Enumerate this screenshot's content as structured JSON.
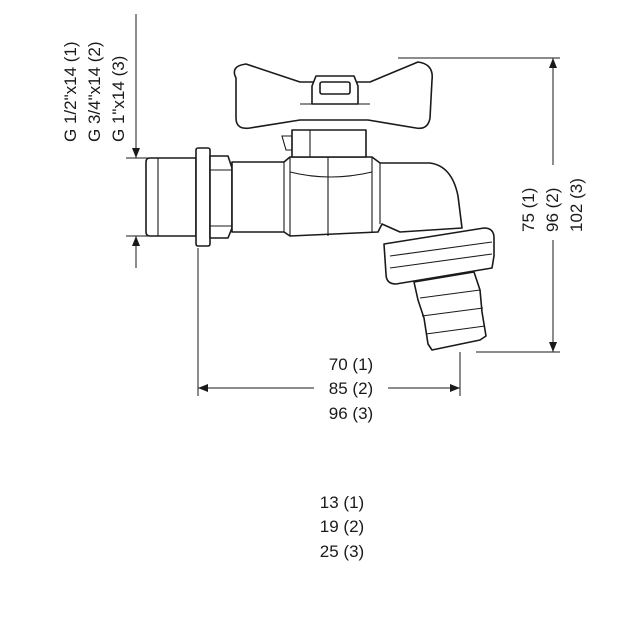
{
  "thread_labels": [
    "G 1/2\"x14 (1)",
    "G 3/4\"x14 (2)",
    "G 1\"x14 (3)"
  ],
  "height_labels": [
    "75 (1)",
    "96 (2)",
    "102 (3)"
  ],
  "length_labels": [
    "70 (1)",
    "85 (2)",
    "96 (3)"
  ],
  "hose_labels": [
    "13 (1)",
    "19 (2)",
    "25 (3)"
  ]
}
